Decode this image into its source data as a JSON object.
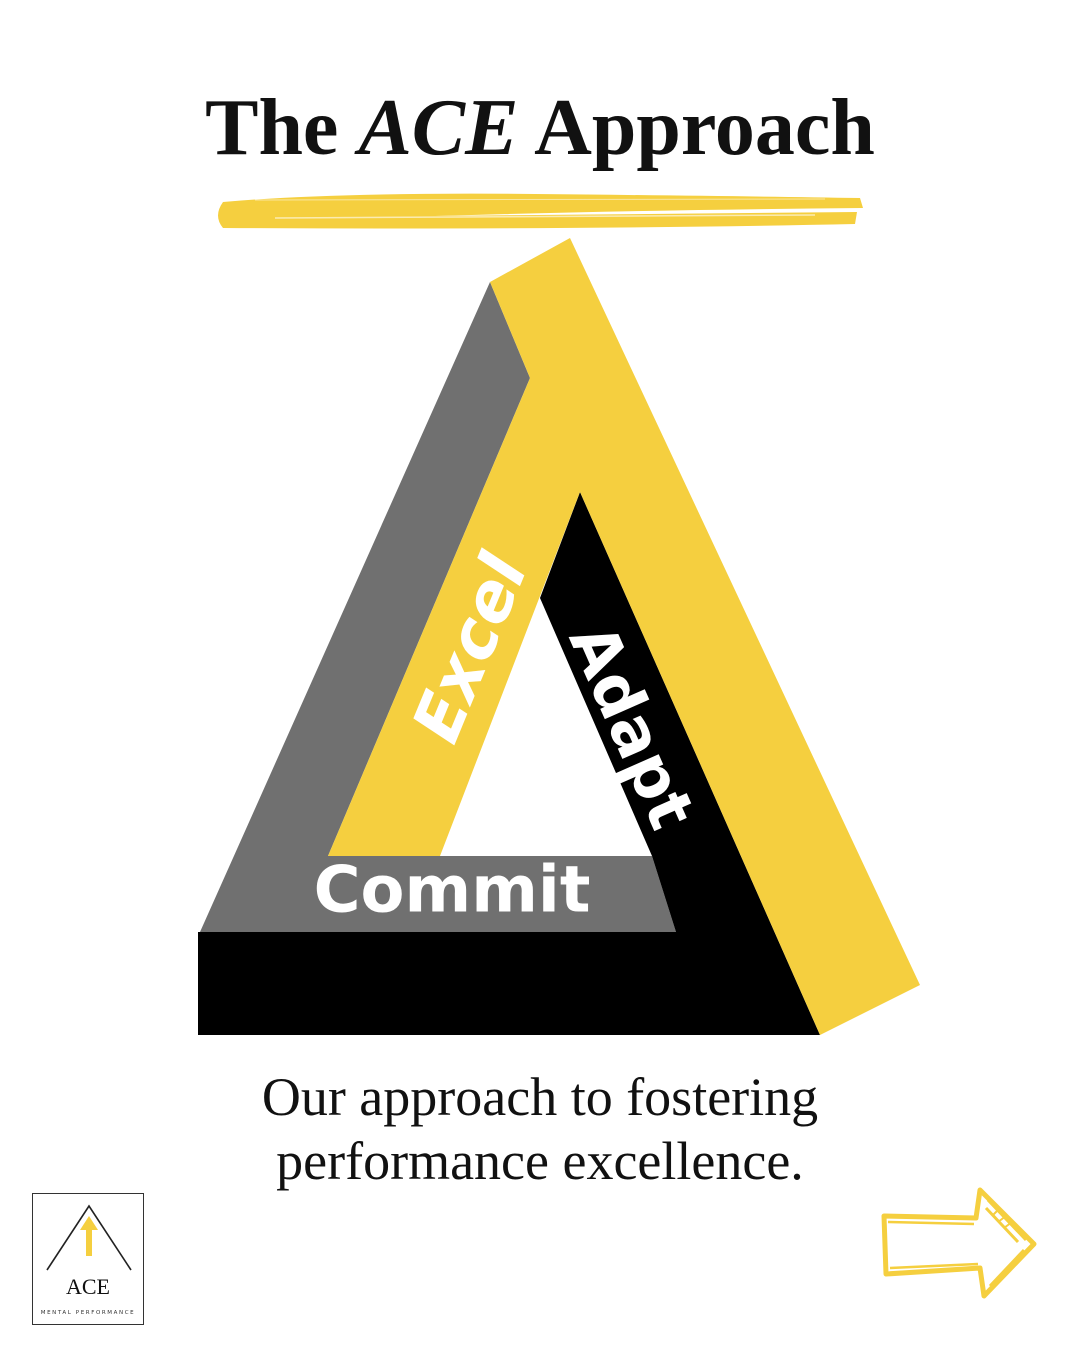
{
  "header": {
    "title_pre": "The ",
    "title_em": "ACE",
    "title_post": " Approach"
  },
  "diagram": {
    "sides": [
      {
        "label": "Excel",
        "color": "#f5cf3f"
      },
      {
        "label": "Adapt",
        "color": "#000000"
      },
      {
        "label": "Commit",
        "color": "#707070"
      }
    ],
    "accent_color": "#f5cf3f"
  },
  "tagline": {
    "line1": "Our approach to fostering",
    "line2": "performance excellence."
  },
  "logo": {
    "name": "ACE",
    "subtitle": "MENTAL PERFORMANCE",
    "icon": "up-arrow-icon"
  },
  "navigation": {
    "next_icon": "right-arrow-icon"
  }
}
